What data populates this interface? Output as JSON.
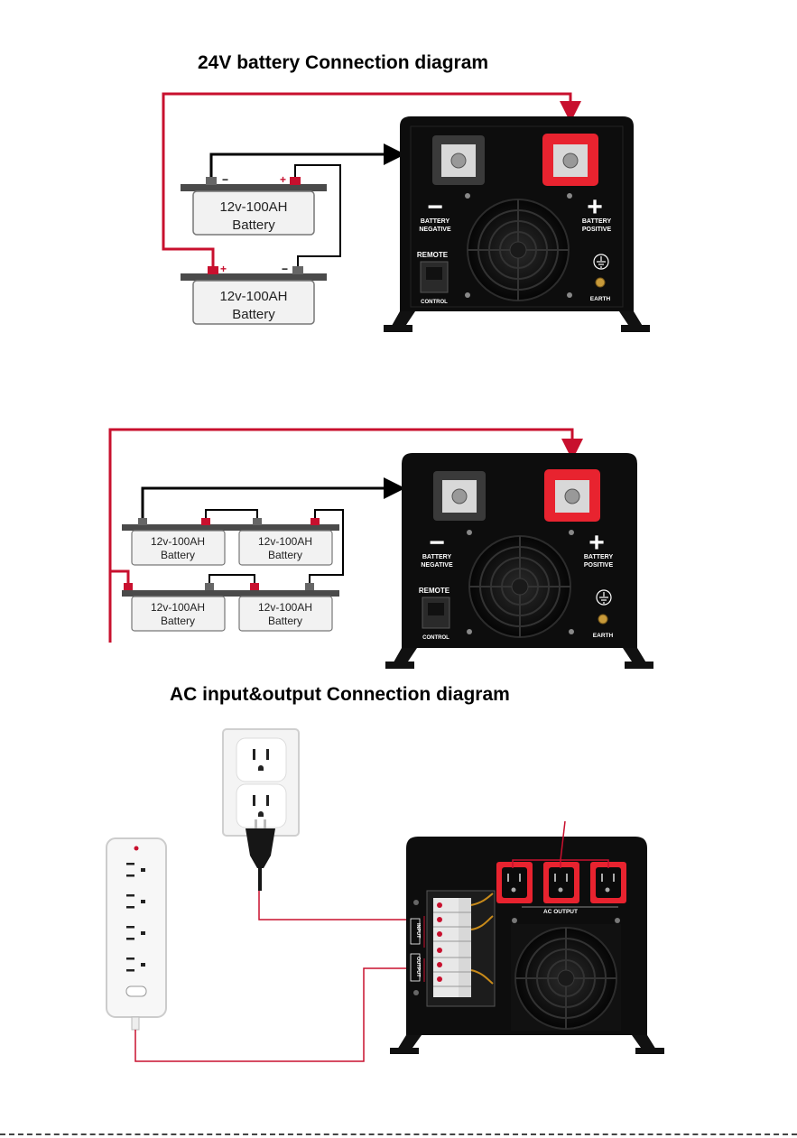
{
  "headings": {
    "battery_24v": "24V battery Connection diagram",
    "ac_io": "AC input&output Connection diagram"
  },
  "battery": {
    "line1": "12v-100AH",
    "line2": "Battery",
    "neg_sign": "−",
    "pos_sign": "+"
  },
  "inverter": {
    "neg_symbol": "−",
    "pos_symbol": "+",
    "battery_negative_1": "BATTERY",
    "battery_negative_2": "NEGATIVE",
    "battery_positive_1": "BATTERY",
    "battery_positive_2": "POSITIVE",
    "remote": "REMOTE",
    "control": "CONTROL",
    "earth": "EARTH"
  },
  "ac_panel": {
    "ac_output": "AC OUTPUT",
    "input": "INPUT",
    "output": "OUTPUT"
  },
  "colors": {
    "positive_wire": "#c8102e",
    "negative_wire": "#000000",
    "inverter_body": "#0d0d0d",
    "positive_terminal": "#e8232f",
    "negative_terminal": "#3a3a3a",
    "battery_body": "#f2f2f2",
    "battery_top": "#4a4a4a"
  },
  "icons": [
    "fan-icon",
    "earth-ground-icon",
    "wall-outlet-icon",
    "power-strip-icon",
    "plug-icon",
    "terminal-block-icon"
  ]
}
